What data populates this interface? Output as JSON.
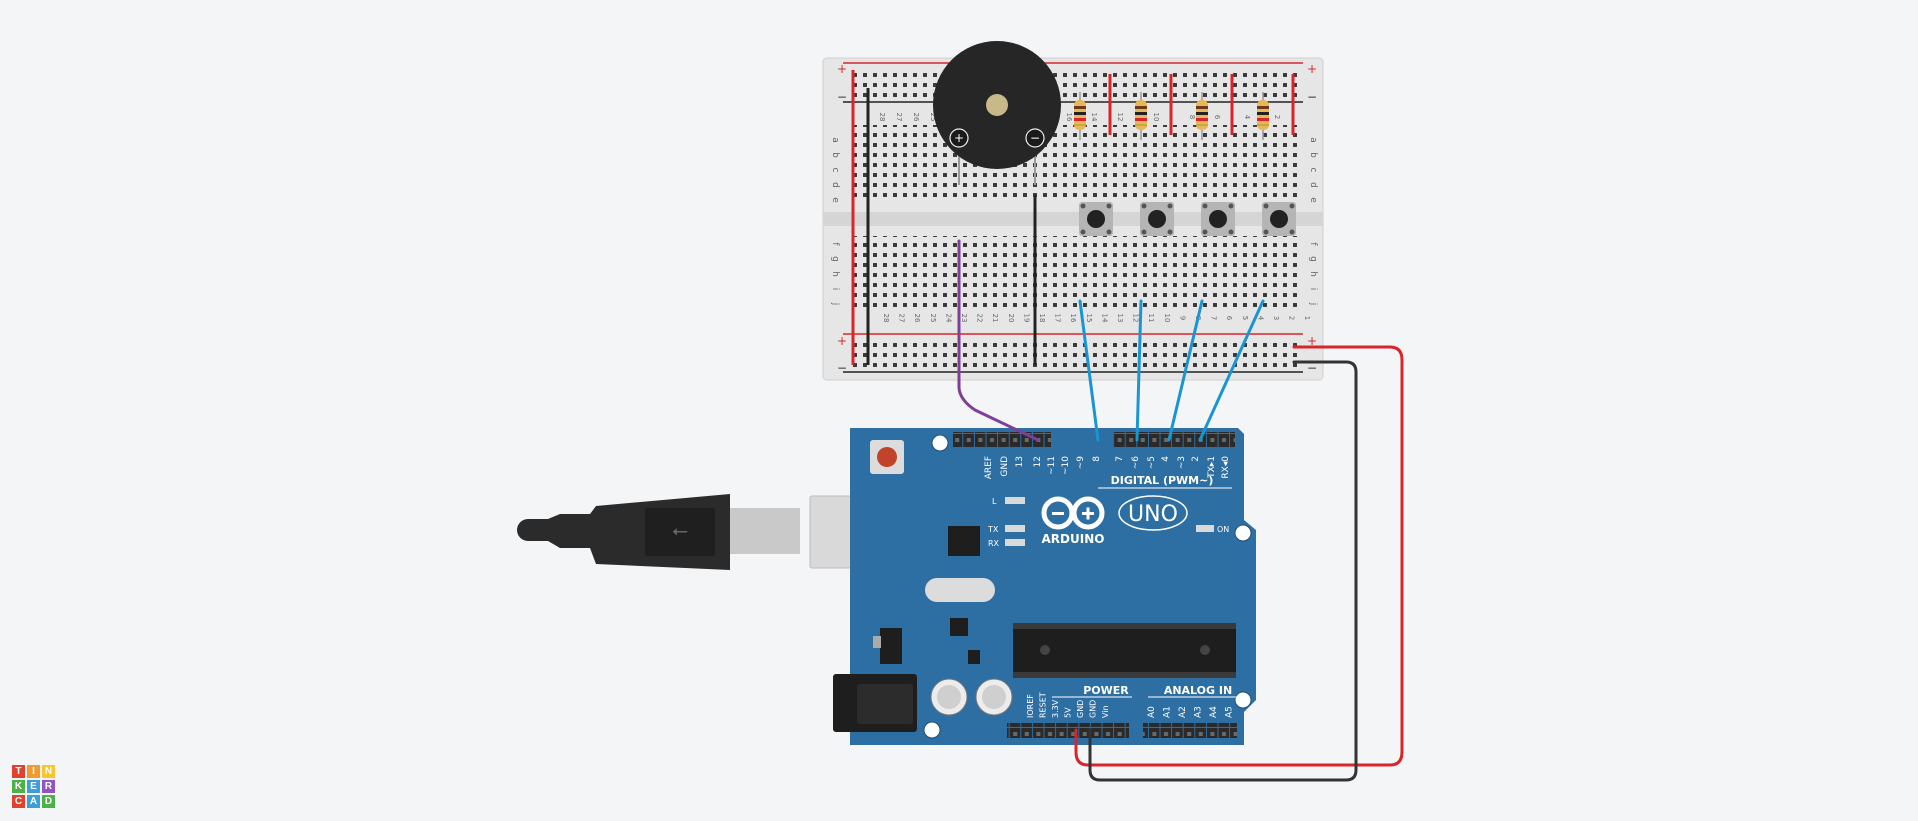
{
  "app": {
    "brand_letters": [
      "T",
      "I",
      "N",
      "K",
      "E",
      "R",
      "C",
      "A",
      "D"
    ],
    "brand_colors": [
      "#e2412e",
      "#f29a30",
      "#f6c62f",
      "#4cb148",
      "#3e9ed8",
      "#9254bd",
      "#e2412e",
      "#3e9ed8",
      "#4cb148"
    ]
  },
  "colors": {
    "background": "#f4f5f7",
    "board_blue": "#2d6ea3",
    "breadboard": "#e6e6e6",
    "rail_red": "#d7262b",
    "rail_black": "#222222",
    "wire_blue": "#1996d2",
    "wire_purple": "#7d3f98",
    "wire_red": "#d7262b",
    "wire_black": "#333333",
    "buzzer": "#262626"
  },
  "breadboard": {
    "rail_plus": "+",
    "rail_minus": "−",
    "rows_top": [
      "a",
      "b",
      "c",
      "d",
      "e"
    ],
    "rows_bottom": [
      "f",
      "g",
      "h",
      "i",
      "j"
    ],
    "column_numbers_top": [
      "28",
      "27",
      "26",
      "25",
      "16",
      "14",
      "12",
      "10",
      "8",
      "6",
      "4",
      "2"
    ],
    "column_numbers_bottom": [
      "28",
      "27",
      "26",
      "25",
      "24",
      "23",
      "22",
      "21",
      "20",
      "19",
      "18",
      "17",
      "16",
      "15",
      "14",
      "13",
      "12",
      "11",
      "10",
      "9",
      "8",
      "7",
      "6",
      "5",
      "4",
      "3",
      "2",
      "1"
    ]
  },
  "buzzer": {
    "plus": "+",
    "minus": "−"
  },
  "arduino": {
    "brand": "ARDUINO",
    "model": "UNO",
    "digital_label": "DIGITAL (PWM~)",
    "power_label": "POWER",
    "analog_label": "ANALOG IN",
    "led_l": "L",
    "led_tx": "TX",
    "led_rx": "RX",
    "led_on": "ON",
    "digital_pins": [
      "AREF",
      "GND",
      "13",
      "12",
      "~11",
      "~10",
      "~9",
      "8",
      "7",
      "~6",
      "~5",
      "4",
      "~3",
      "2",
      "TX▸1",
      "RX◂0"
    ],
    "power_pins": [
      "IOREF",
      "RESET",
      "3.3V",
      "5V",
      "GND",
      "GND",
      "Vin"
    ],
    "analog_pins": [
      "A0",
      "A1",
      "A2",
      "A3",
      "A4",
      "A5"
    ]
  }
}
